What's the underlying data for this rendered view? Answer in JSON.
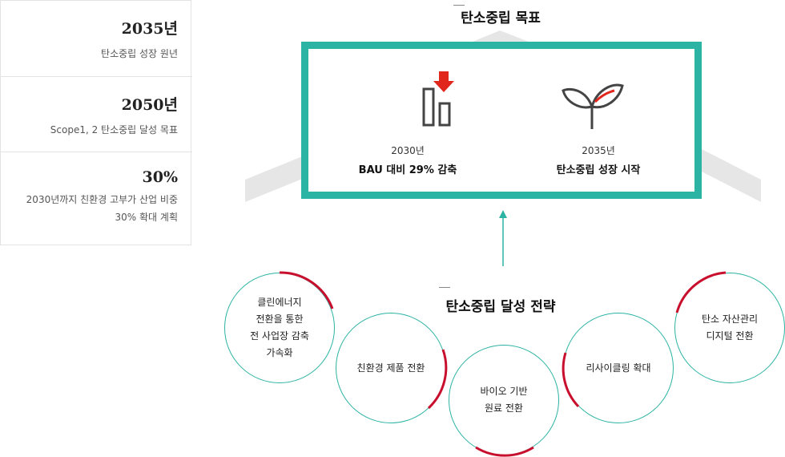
{
  "stats": [
    {
      "value": "2035년",
      "desc": "탄소중립 성장 원년"
    },
    {
      "value": "2050년",
      "desc": "Scope1, 2 탄소중립 달성 목표"
    },
    {
      "value": "30%",
      "desc": "2030년까지 친환경 고부가 산업 비중\n30% 확대 계획"
    }
  ],
  "goal": {
    "title": "탄소중립 목표",
    "items": [
      {
        "year": "2030년",
        "text": "BAU 대비 29% 감축",
        "icon": "bar-chart-down-icon"
      },
      {
        "year": "2035년",
        "text": "탄소중립 성장 시작",
        "icon": "sprout-icon"
      }
    ]
  },
  "strategy": {
    "title": "탄소중립 달성 전략",
    "circles": [
      {
        "label": "클린에너지\n전환을 통한\n전 사업장 감축\n가속화"
      },
      {
        "label": "친환경 제품 전환"
      },
      {
        "label": "바이오 기반\n원료 전환"
      },
      {
        "label": "리사이클링 확대"
      },
      {
        "label": "탄소 자산관리\n디지털 전환"
      }
    ]
  },
  "colors": {
    "teal": "#2bb3a3",
    "red": "#c8102e",
    "grey": "#e6e6e6"
  }
}
